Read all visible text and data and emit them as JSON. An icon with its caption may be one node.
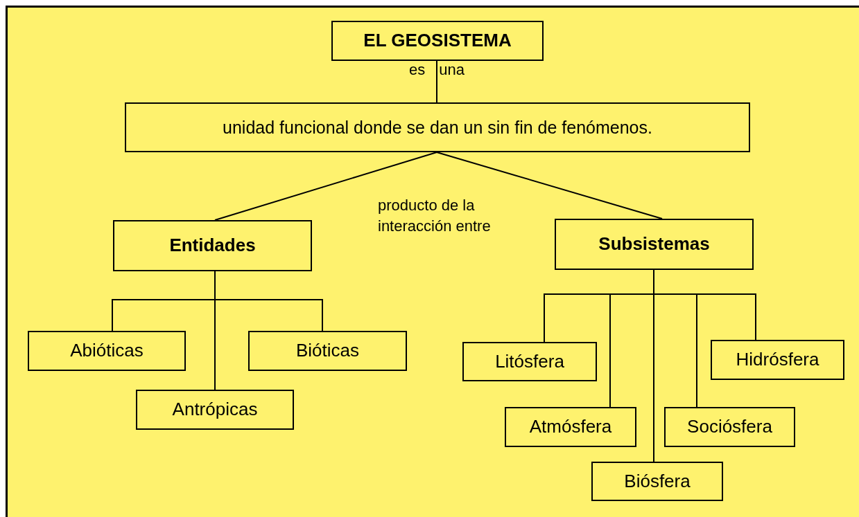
{
  "diagram": {
    "nodes": [
      {
        "text": [
          "EL GEOSISTEMA"
        ]
      },
      {
        "text": [
          "unidad funcional donde se dan un sin fin de fenómenos."
        ]
      },
      {
        "text": [
          "Entidades"
        ]
      },
      {
        "text": [
          "Subsistemas"
        ]
      },
      {
        "text": [
          "Abióticas"
        ]
      },
      {
        "text": [
          "Bióticas"
        ]
      },
      {
        "text": [
          "Antrópicas"
        ]
      },
      {
        "text": [
          "Litósfera"
        ]
      },
      {
        "text": [
          "Hidrósfera"
        ]
      },
      {
        "text": [
          "Atmósfera"
        ]
      },
      {
        "text": [
          "Sociósfera"
        ]
      },
      {
        "text": [
          "Biósfera"
        ]
      }
    ],
    "edges": [
      {
        "from": 0,
        "to": 1,
        "arrow": "none",
        "label": "es una"
      },
      {
        "from": 1,
        "to": 2,
        "arrow": "none"
      },
      {
        "from": 1,
        "to": 3,
        "arrow": "none"
      },
      {
        "from": 2,
        "to": 4,
        "arrow": "none"
      },
      {
        "from": 2,
        "to": 5,
        "arrow": "none"
      },
      {
        "from": 2,
        "to": 6,
        "arrow": "none"
      },
      {
        "from": 3,
        "to": 7,
        "arrow": "none"
      },
      {
        "from": 3,
        "to": 8,
        "arrow": "none"
      },
      {
        "from": 3,
        "to": 9,
        "arrow": "none"
      },
      {
        "from": 3,
        "to": 10,
        "arrow": "none"
      },
      {
        "from": 3,
        "to": 11,
        "arrow": "none"
      }
    ],
    "labels": [
      "producto de la interacción entre"
    ]
  }
}
